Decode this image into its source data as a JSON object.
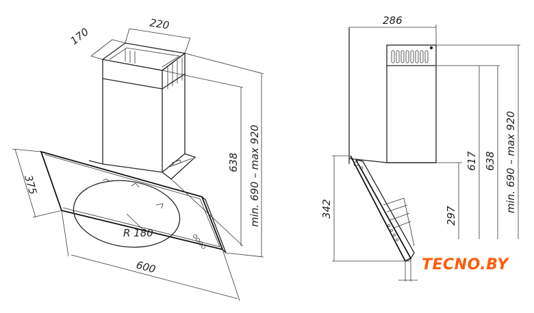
{
  "perspective_view": {
    "dim_width_top": "220",
    "dim_depth_top": "170",
    "dim_chimney_height": "638",
    "dim_total_height": "min. 690 – max 920",
    "dim_glass_height": "375",
    "dim_glass_width": "600",
    "dim_radius": "R 180"
  },
  "side_view": {
    "dim_depth": "286",
    "dim_hood_height": "342",
    "dim_617": "617",
    "dim_638": "638",
    "dim_297": "297",
    "dim_total_height": "min. 690 – max 920"
  },
  "brand": {
    "logo_text": "TECNO.BY",
    "color": "#ff5a0a"
  }
}
